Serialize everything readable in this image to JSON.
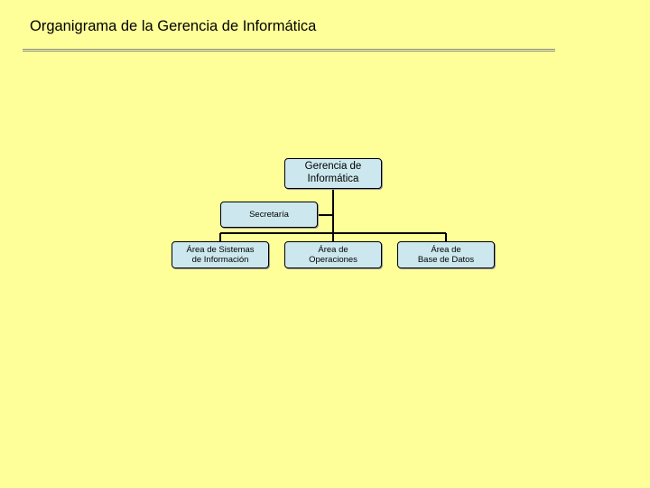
{
  "page": {
    "title": "Organigrama de la Gerencia de Informática"
  },
  "org_chart": {
    "root": {
      "line1": "Gerencia de",
      "line2": "Informática"
    },
    "assistant": {
      "label": "Secretaría"
    },
    "children": [
      {
        "line1": "Área de Sistemas",
        "line2": "de Información"
      },
      {
        "line1": "Área de",
        "line2": "Operaciones"
      },
      {
        "line1": "Área de",
        "line2": "Base de Datos"
      }
    ]
  },
  "colors": {
    "background": "#ffff99",
    "box_fill": "#cce8ee",
    "box_border": "#000000",
    "connector": "#000000"
  }
}
